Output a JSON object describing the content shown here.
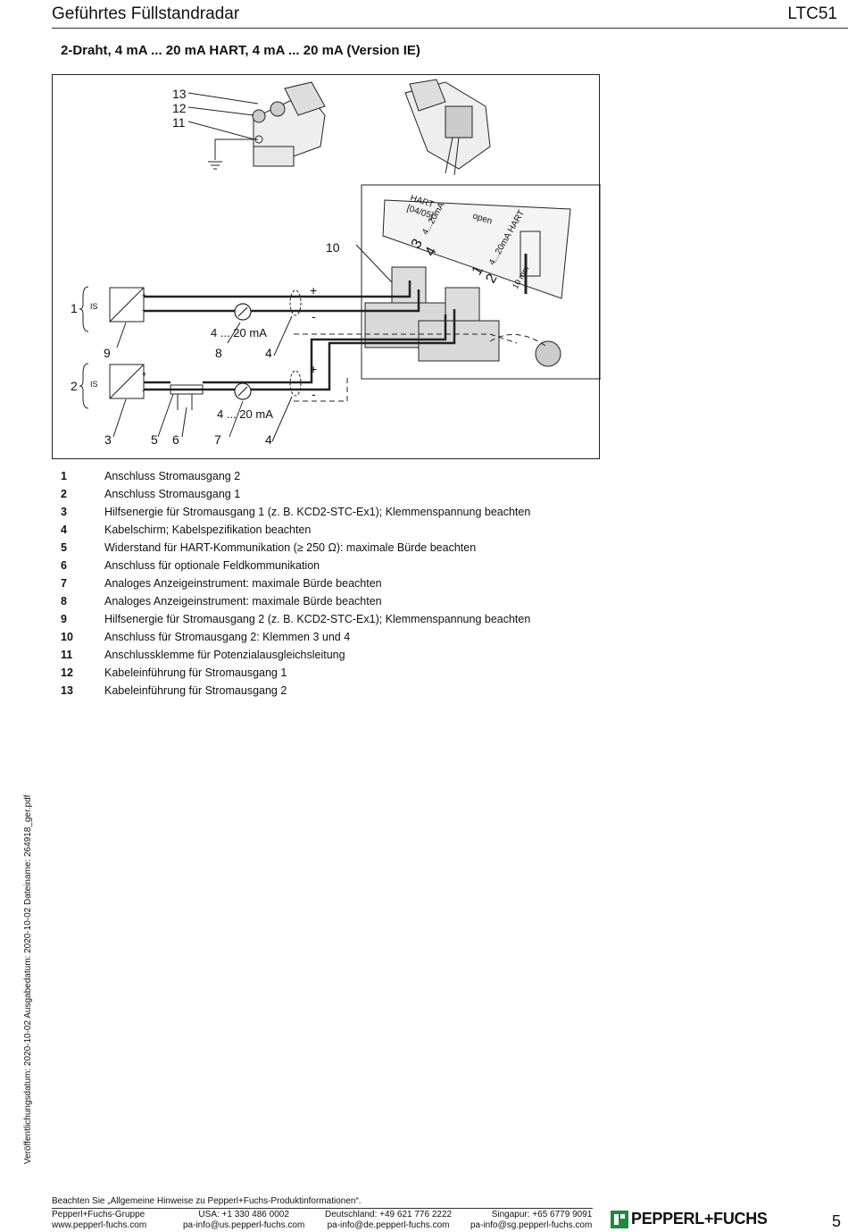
{
  "header": {
    "title": "Geführtes Füllstandradar",
    "product": "LTC51"
  },
  "subtitle": "2-Draht, 4 mA ... 20 mA HART, 4 mA ... 20 mA (Version IE)",
  "figure": {
    "callouts": [
      "13",
      "12",
      "11",
      "10",
      "1",
      "9",
      "8",
      "4",
      "2",
      "3",
      "5",
      "6",
      "7",
      "4"
    ],
    "labels": {
      "current_a": "4 ... 20 mA",
      "current_b": "4 ... 20 mA",
      "plus": "+",
      "minus": "-",
      "is_1": "IS",
      "is_2": "IS",
      "hart_date": "[04/05]",
      "hart": "HART",
      "label_4_20ma": "4...20mA",
      "label_open": "open",
      "label_4_20ma_hart": "4...20mA HART",
      "label_10mm": "10 mm",
      "term_3": "3",
      "term_4": "4",
      "term_1": "1",
      "term_2": "2",
      "term_plus": "+",
      "term_minus": "-"
    }
  },
  "legend": [
    {
      "num": "1",
      "text": "Anschluss Stromausgang 2"
    },
    {
      "num": "2",
      "text": "Anschluss Stromausgang 1"
    },
    {
      "num": "3",
      "text": "Hilfsenergie für Stromausgang 1 (z. B. KCD2-STC-Ex1); Klemmenspannung beachten"
    },
    {
      "num": "4",
      "text": "Kabelschirm; Kabelspezifikation beachten"
    },
    {
      "num": "5",
      "text": "Widerstand für HART-Kommunikation (≥ 250 Ω): maximale Bürde beachten"
    },
    {
      "num": "6",
      "text": "Anschluss für optionale Feldkommunikation"
    },
    {
      "num": "7",
      "text": "Analoges Anzeigeinstrument: maximale Bürde beachten"
    },
    {
      "num": "8",
      "text": "Analoges Anzeigeinstrument: maximale Bürde beachten"
    },
    {
      "num": "9",
      "text": "Hilfsenergie für Stromausgang 2 (z. B. KCD2-STC-Ex1); Klemmenspannung beachten"
    },
    {
      "num": "10",
      "text": "Anschluss für Stromausgang 2: Klemmen 3 und 4"
    },
    {
      "num": "11",
      "text": "Anschlussklemme für Potenzialausgleichsleitung"
    },
    {
      "num": "12",
      "text": "Kabeleinführung für Stromausgang 1"
    },
    {
      "num": "13",
      "text": "Kabeleinführung für Stromausgang 2"
    }
  ],
  "side_text": "Veröffentlichungsdatum: 2020-10-02 Ausgabedatum: 2020-10-02 Dateiname: 264918_ger.pdf",
  "footer": {
    "note": "Beachten Sie „Allgemeine Hinweise zu Pepperl+Fuchs-Produktinformationen“.",
    "col1": {
      "line1": "Pepperl+Fuchs-Gruppe",
      "line2": "www.pepperl-fuchs.com"
    },
    "col2": {
      "line1": "USA: +1 330 486 0002",
      "line2": "pa-info@us.pepperl-fuchs.com"
    },
    "col3": {
      "line1": "Deutschland: +49 621 776 2222",
      "line2": "pa-info@de.pepperl-fuchs.com"
    },
    "col4": {
      "line1": "Singapur: +65 6779 9091",
      "line2": "pa-info@sg.pepperl-fuchs.com"
    },
    "brand": "PEPPERL+FUCHS",
    "page": "5"
  }
}
